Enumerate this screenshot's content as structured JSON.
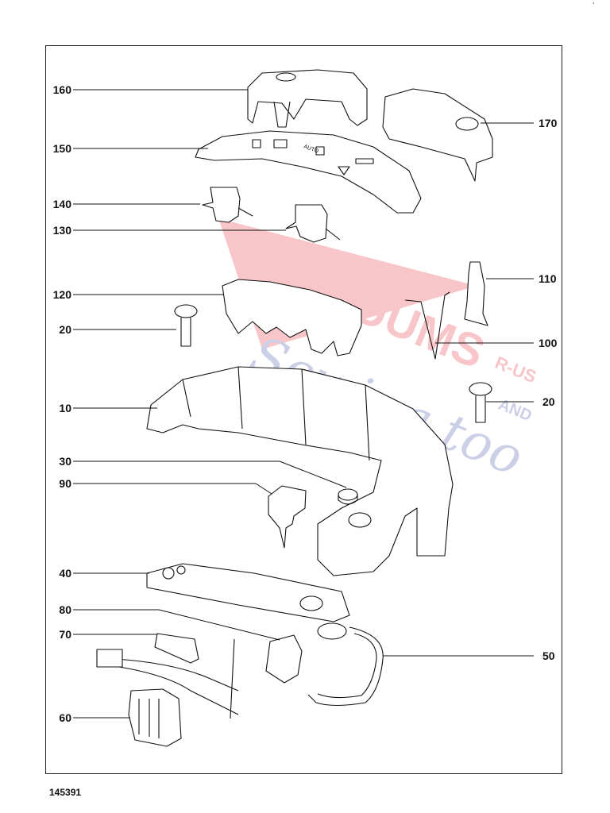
{
  "diagram": {
    "document_number": "145391",
    "corner_mark": "’",
    "callouts": [
      {
        "id": "160",
        "label": "160",
        "side": "left"
      },
      {
        "id": "170",
        "label": "170",
        "side": "right"
      },
      {
        "id": "150",
        "label": "150",
        "side": "left"
      },
      {
        "id": "140",
        "label": "140",
        "side": "left"
      },
      {
        "id": "130",
        "label": "130",
        "side": "left"
      },
      {
        "id": "110",
        "label": "110",
        "side": "right"
      },
      {
        "id": "120",
        "label": "120",
        "side": "left"
      },
      {
        "id": "20a",
        "label": "20",
        "side": "left"
      },
      {
        "id": "100",
        "label": "100",
        "side": "right"
      },
      {
        "id": "10",
        "label": "10",
        "side": "left"
      },
      {
        "id": "20b",
        "label": "20",
        "side": "right"
      },
      {
        "id": "30",
        "label": "30",
        "side": "left"
      },
      {
        "id": "90",
        "label": "90",
        "side": "left"
      },
      {
        "id": "40",
        "label": "40",
        "side": "left"
      },
      {
        "id": "80",
        "label": "80",
        "side": "left"
      },
      {
        "id": "70",
        "label": "70",
        "side": "left"
      },
      {
        "id": "50",
        "label": "50",
        "side": "right"
      },
      {
        "id": "60",
        "label": "60",
        "side": "left"
      }
    ],
    "panel_text": "AUTO",
    "watermark": {
      "line1": "VACUUMS",
      "line2": "R-US",
      "line3": "AND",
      "line4": "Sewing too",
      "color_red": "#e8323c",
      "color_blue": "#4a5aa8"
    }
  }
}
